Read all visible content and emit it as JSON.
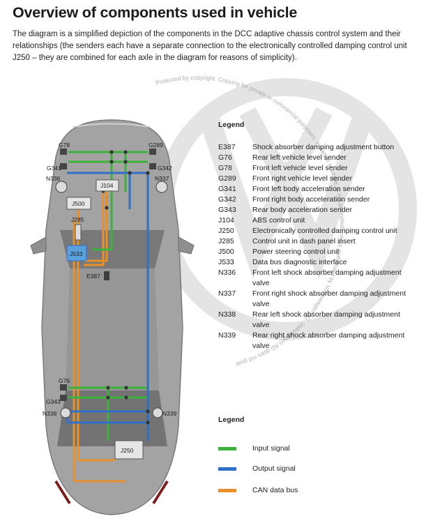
{
  "title": "Overview of components used in vehicle",
  "intro": "The diagram is a simplified depiction of the components in the DCC adaptive chassis control system and their relationships (the senders each have a separate connection to the electronically controlled damping control unit J250 – they are combined for each axle in the diagram for reasons of simplicity).",
  "watermark_text": "Protected by copyright. Copying for private or commercial purposes, in part or in whole, is not permitted unless authorised by Volkswagen AG. Volkswagen AG does not guarantee or accept any liability with respect to the correctness of information in this document. Copyright by Volkswagen AG.",
  "legend": {
    "title": "Legend",
    "items": [
      {
        "code": "E387",
        "desc": "Shock absorber damping adjustment button"
      },
      {
        "code": "G76",
        "desc": "Rear left vehicle level sender"
      },
      {
        "code": "G78",
        "desc": "Front left vehicle level sender"
      },
      {
        "code": "G289",
        "desc": "Front right vehicle level sender"
      },
      {
        "code": "G341",
        "desc": "Front left body acceleration sender"
      },
      {
        "code": "G342",
        "desc": "Front right body acceleration sender"
      },
      {
        "code": "G343",
        "desc": "Rear body acceleration sender"
      },
      {
        "code": "J104",
        "desc": "ABS control unit"
      },
      {
        "code": "J250",
        "desc": "Electronically controlled damping control unit"
      },
      {
        "code": "J285",
        "desc": "Control unit in dash panel insert"
      },
      {
        "code": "J500",
        "desc": "Power steering control unit"
      },
      {
        "code": "J533",
        "desc": "Data bus diagnostic interface"
      },
      {
        "code": "N336",
        "desc": "Front left shock absorber damping adjustment valve"
      },
      {
        "code": "N337",
        "desc": "Front right shock absorber damping adjustment valve"
      },
      {
        "code": "N338",
        "desc": "Rear left shock absorber damping adjustment valve"
      },
      {
        "code": "N339",
        "desc": "Rear right shock absorber damping adjustment valve"
      }
    ]
  },
  "signal_legend": {
    "title": "Legend",
    "items": [
      {
        "label": "Input signal",
        "color": "#3bb33b"
      },
      {
        "label": "Output signal",
        "color": "#2f6fc8"
      },
      {
        "label": "CAN data bus",
        "color": "#e8912a"
      }
    ]
  },
  "diagram_labels": {
    "G78": "G78",
    "G289": "G289",
    "G341": "G341",
    "G342": "G342",
    "N336": "N336",
    "N337": "N337",
    "J104": "J104",
    "J500": "J500",
    "J285": "J285",
    "J533": "J533",
    "E387": "E387",
    "G76": "G76",
    "G343": "G343",
    "N338": "N338",
    "N339": "N339",
    "J250": "J250"
  },
  "colors": {
    "input": "#3bb33b",
    "output": "#2f6fc8",
    "can": "#e8912a",
    "car_body": "#9c9c9c",
    "car_glass": "#5f5f5f"
  }
}
